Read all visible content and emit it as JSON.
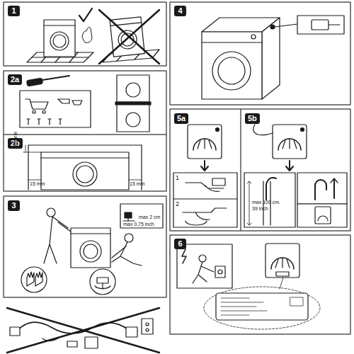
{
  "diagram": {
    "nodes": [
      {
        "text": [
          "1"
        ]
      },
      {
        "text": [
          "4"
        ]
      },
      {
        "text": [
          "2a"
        ]
      },
      {
        "text": [
          "5a"
        ]
      },
      {
        "text": [
          "5b"
        ]
      },
      {
        "text": [
          "2b"
        ]
      },
      {
        "text": [
          "3"
        ]
      },
      {
        "text": [
          "6"
        ]
      }
    ],
    "labels": [
      "15 mm",
      "15 mm",
      "15 mm",
      "max 2 cm",
      "max 0.75 inch",
      "1",
      "2",
      "max 100 cm.",
      "39 inch"
    ]
  }
}
